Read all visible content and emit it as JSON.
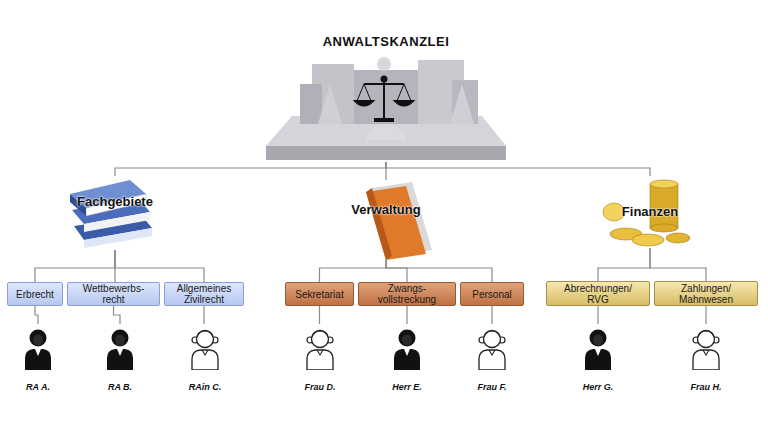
{
  "diagram": {
    "nodes": [
      {
        "text": [
          "ANWALTSKANZLEI"
        ]
      },
      {
        "text": [
          "Fachgebiete"
        ]
      },
      {
        "text": [
          "Verwaltung"
        ]
      },
      {
        "text": [
          "Finanzen"
        ]
      },
      {
        "text": [
          "Erbrecht"
        ]
      },
      {
        "text": [
          "Wettbewerbs- recht"
        ]
      },
      {
        "text": [
          "Allgemeines Zivilrecht"
        ]
      },
      {
        "text": [
          "Sekretariat"
        ]
      },
      {
        "text": [
          "Zwangs- vollstreckung"
        ]
      },
      {
        "text": [
          "Personal"
        ]
      },
      {
        "text": [
          "Abrechnungen/ RVG"
        ]
      },
      {
        "text": [
          "Zahlungen/ Mahnwesen"
        ]
      },
      {
        "text": [
          "RA A."
        ]
      },
      {
        "text": [
          "RA B."
        ]
      },
      {
        "text": [
          "RAin C."
        ]
      },
      {
        "text": [
          "Frau D."
        ]
      },
      {
        "text": [
          "Herr E."
        ]
      },
      {
        "text": [
          "Frau F."
        ]
      },
      {
        "text": [
          "Herr G."
        ]
      },
      {
        "text": [
          "Frau H."
        ]
      }
    ],
    "edges": [
      {
        "from": 0,
        "to": 1,
        "arrow": "none"
      },
      {
        "from": 0,
        "to": 2,
        "arrow": "none"
      },
      {
        "from": 0,
        "to": 3,
        "arrow": "none"
      },
      {
        "from": 1,
        "to": 4,
        "arrow": "none"
      },
      {
        "from": 1,
        "to": 5,
        "arrow": "none"
      },
      {
        "from": 1,
        "to": 6,
        "arrow": "none"
      },
      {
        "from": 2,
        "to": 7,
        "arrow": "none"
      },
      {
        "from": 2,
        "to": 8,
        "arrow": "none"
      },
      {
        "from": 2,
        "to": 9,
        "arrow": "none"
      },
      {
        "from": 3,
        "to": 10,
        "arrow": "none"
      },
      {
        "from": 3,
        "to": 11,
        "arrow": "none"
      },
      {
        "from": 4,
        "to": 12,
        "arrow": "none"
      },
      {
        "from": 5,
        "to": 13,
        "arrow": "none"
      },
      {
        "from": 6,
        "to": 14,
        "arrow": "none"
      },
      {
        "from": 7,
        "to": 15,
        "arrow": "none"
      },
      {
        "from": 8,
        "to": 16,
        "arrow": "none"
      },
      {
        "from": 9,
        "to": 17,
        "arrow": "none"
      },
      {
        "from": 10,
        "to": 18,
        "arrow": "none"
      },
      {
        "from": 11,
        "to": 19,
        "arrow": "none"
      }
    ]
  }
}
